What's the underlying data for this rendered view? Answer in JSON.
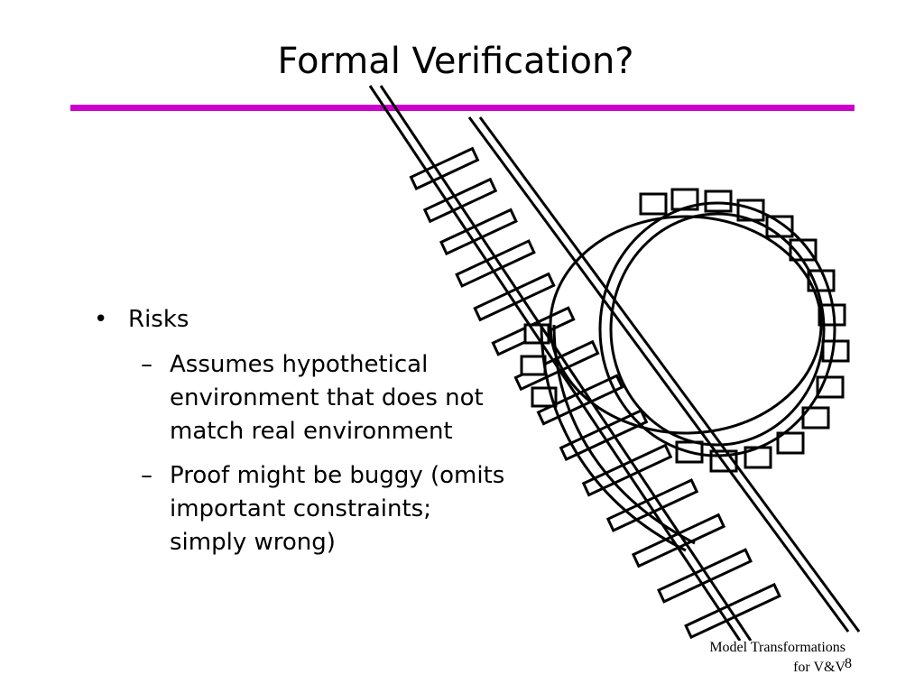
{
  "slide": {
    "title": "Formal Verification?",
    "accent_color": "#cc00cc",
    "bullet": {
      "label": "Risks",
      "subitems": [
        "Assumes hypothetical environment that does not match real environment",
        "Proof might be buggy (omits important constraints; simply wrong)"
      ]
    },
    "footer": {
      "line1": "Model Transformations",
      "line2": "for V&V",
      "page_number": "8"
    },
    "illustration": "railroad-loop-illustration"
  }
}
